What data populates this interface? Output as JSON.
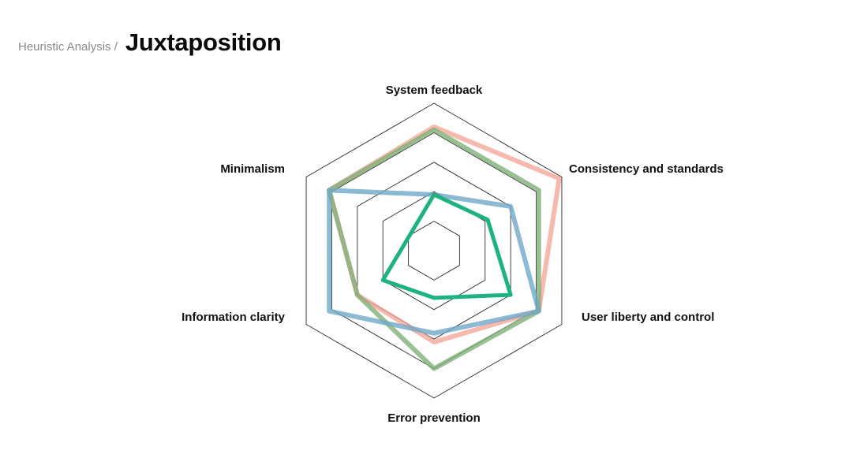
{
  "header": {
    "breadcrumb": "Heuristic Analysis /",
    "title": "Juxtaposition"
  },
  "chart_data": {
    "type": "radar",
    "axes": [
      "System feedback",
      "Consistency and standards",
      "User liberty and control",
      "Error prevention",
      "Information clarity",
      "Minimalism"
    ],
    "rlim": [
      0,
      5
    ],
    "grid_levels": [
      1,
      2,
      3,
      4,
      5
    ],
    "series": [
      {
        "values": [
          4.2,
          4.9,
          4.1,
          3.1,
          3.0,
          4.1
        ],
        "color": "#f4a291",
        "opacity": 0.75
      },
      {
        "values": [
          4.1,
          4.1,
          4.1,
          4.0,
          3.0,
          4.1
        ],
        "color": "#7fb078",
        "opacity": 0.8
      },
      {
        "values": [
          1.9,
          3.0,
          4.1,
          2.8,
          4.1,
          4.1
        ],
        "color": "#6fa7c9",
        "opacity": 0.8
      },
      {
        "values": [
          1.9,
          2.1,
          3.0,
          1.6,
          2.0,
          null
        ],
        "color": "#1db37e",
        "opacity": 1.0
      }
    ]
  }
}
